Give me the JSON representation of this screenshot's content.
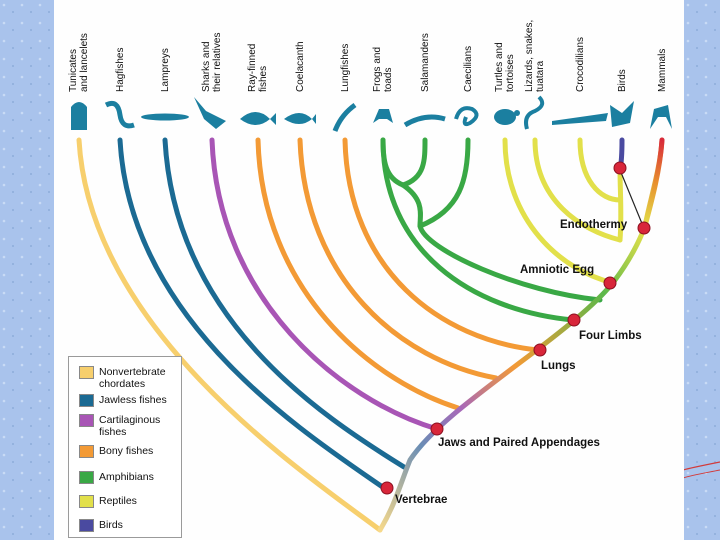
{
  "taxa": [
    {
      "label": "Tunicates\nand lancelets"
    },
    {
      "label": "Hagfishes"
    },
    {
      "label": "Lampreys"
    },
    {
      "label": "Sharks and\ntheir relatives"
    },
    {
      "label": "Ray-finned\nfishes"
    },
    {
      "label": "Coelacanth"
    },
    {
      "label": "Lungfishes"
    },
    {
      "label": "Frogs and\ntoads"
    },
    {
      "label": "Salamanders"
    },
    {
      "label": "Caecilians"
    },
    {
      "label": "Turtles and\ntortoises"
    },
    {
      "label": "Lizards, snakes,\ntuatara"
    },
    {
      "label": "Crocodilians"
    },
    {
      "label": "Birds"
    },
    {
      "label": "Mammals"
    }
  ],
  "nodes": {
    "vertebrae": "Vertebrae",
    "jaws": "Jaws and Paired Appendages",
    "lungs": "Lungs",
    "four_limbs": "Four Limbs",
    "amniotic_egg": "Amniotic Egg",
    "endothermy": "Endothermy"
  },
  "legend": [
    {
      "label": "Nonvertebrate chordates",
      "color": "#f7cf6d"
    },
    {
      "label": "Jawless fishes",
      "color": "#1b6a93"
    },
    {
      "label": "Cartilaginous fishes",
      "color": "#a855b5"
    },
    {
      "label": "Bony fishes",
      "color": "#f39a35"
    },
    {
      "label": "Amphibians",
      "color": "#39a845"
    },
    {
      "label": "Reptiles",
      "color": "#e2e04a"
    },
    {
      "label": "Birds",
      "color": "#4a4aa0"
    }
  ],
  "colors": {
    "node_dot": "#d8263a",
    "animal_icon": "#1b7fa0",
    "background": "#a9c3ec"
  }
}
